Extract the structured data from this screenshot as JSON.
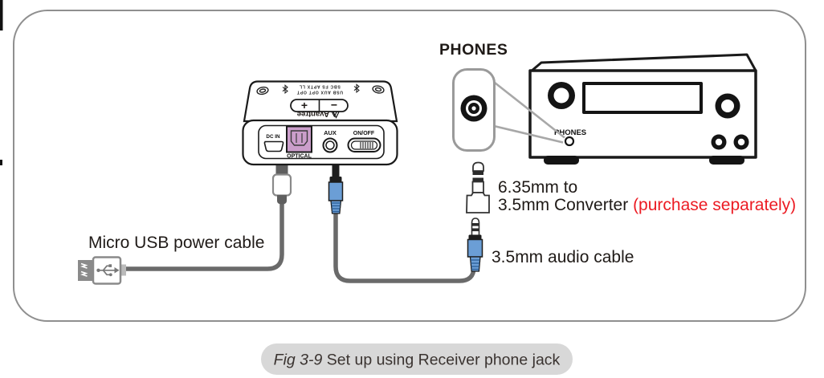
{
  "figure": {
    "caption_fig": "Fig 3-9",
    "caption_text": " Set up using Receiver phone jack"
  },
  "labels": {
    "phones_heading": "PHONES",
    "converter_line1": "6.35mm to",
    "converter_line2_prefix": "3.5mm Converter ",
    "converter_note": "(purchase separately)",
    "audio_cable": "3.5mm audio cable",
    "usb_cable": "Micro USB power cable"
  },
  "device": {
    "brand": "Avantree",
    "top_row_sources": "USB AUX OPT OPT",
    "top_row_codecs": "SBC FS APTX LL",
    "button_plus": "+",
    "button_minus": "−",
    "port_dcin": "DC IN",
    "port_optical": "OPTICAL",
    "port_aux": "AUX",
    "port_power": "ON/OFF"
  },
  "receiver": {
    "phones_label": "PHONES"
  },
  "colors": {
    "optical_pink": "#cb9ecb",
    "plug_blue": "#6b9ed6",
    "note_red": "#ec1b23",
    "cable_gray": "#6a6a6a",
    "caption_bg": "#d8d8d8"
  }
}
